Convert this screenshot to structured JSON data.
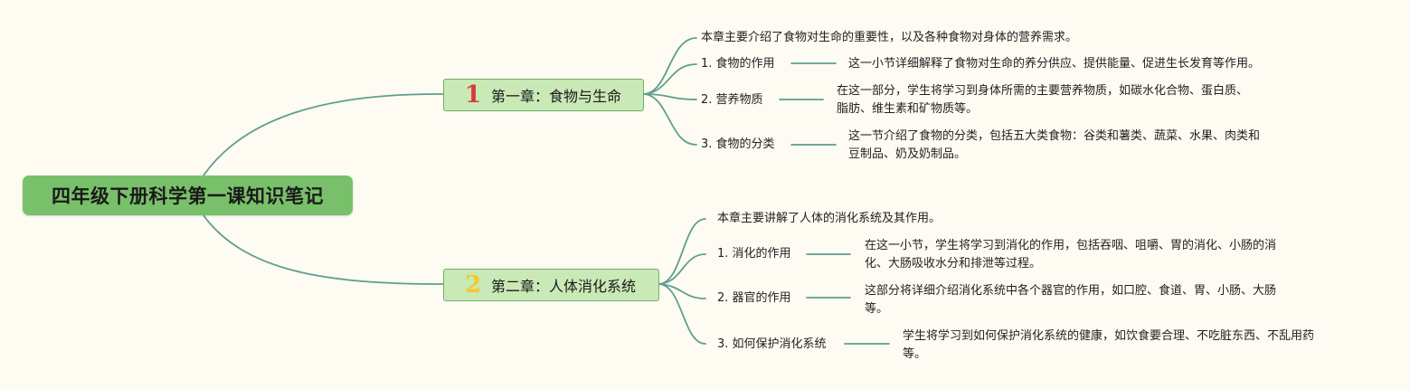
{
  "root": {
    "title": "四年级下册科学第一课知识笔记"
  },
  "chapters": [
    {
      "number": "1",
      "title": "第一章：食物与生命",
      "summary": "本章主要介绍了食物对生命的重要性，以及各种食物对身体的营养需求。",
      "sections": [
        {
          "label": "1. 食物的作用",
          "detail_lines": [
            "这一小节详细解释了食物对生命的养分供应、提供能量、促进生长发育等作用。"
          ]
        },
        {
          "label": "2. 营养物质",
          "detail_lines": [
            "在这一部分，学生将学习到身体所需的主要营养物质，如碳水化合物、蛋白质、",
            "脂肪、维生素和矿物质等。"
          ]
        },
        {
          "label": "3. 食物的分类",
          "detail_lines": [
            "这一节介绍了食物的分类，包括五大类食物：谷类和薯类、蔬菜、水果、肉类和",
            "豆制品、奶及奶制品。"
          ]
        }
      ]
    },
    {
      "number": "2",
      "title": "第二章：人体消化系统",
      "summary": "本章主要讲解了人体的消化系统及其作用。",
      "sections": [
        {
          "label": "1. 消化的作用",
          "detail_lines": [
            "在这一小节，学生将学习到消化的作用，包括吞咽、咀嚼、胃的消化、小肠的消",
            "化、大肠吸收水分和排泄等过程。"
          ]
        },
        {
          "label": "2. 器官的作用",
          "detail_lines": [
            "这部分将详细介绍消化系统中各个器官的作用，如口腔、食道、胃、小肠、大肠",
            "等。"
          ]
        },
        {
          "label": "3. 如何保护消化系统",
          "detail_lines": [
            "学生将学习到如何保护消化系统的健康，如饮食要合理、不吃脏东西、不乱用药",
            "等。"
          ]
        }
      ]
    }
  ],
  "colors": {
    "line": "#5f9e8f",
    "root": "#79c06a",
    "chapter": "#c9e9b6",
    "chapter_border": "#6fb06e",
    "num1": "#d63b3b",
    "num2": "#f2c928"
  }
}
